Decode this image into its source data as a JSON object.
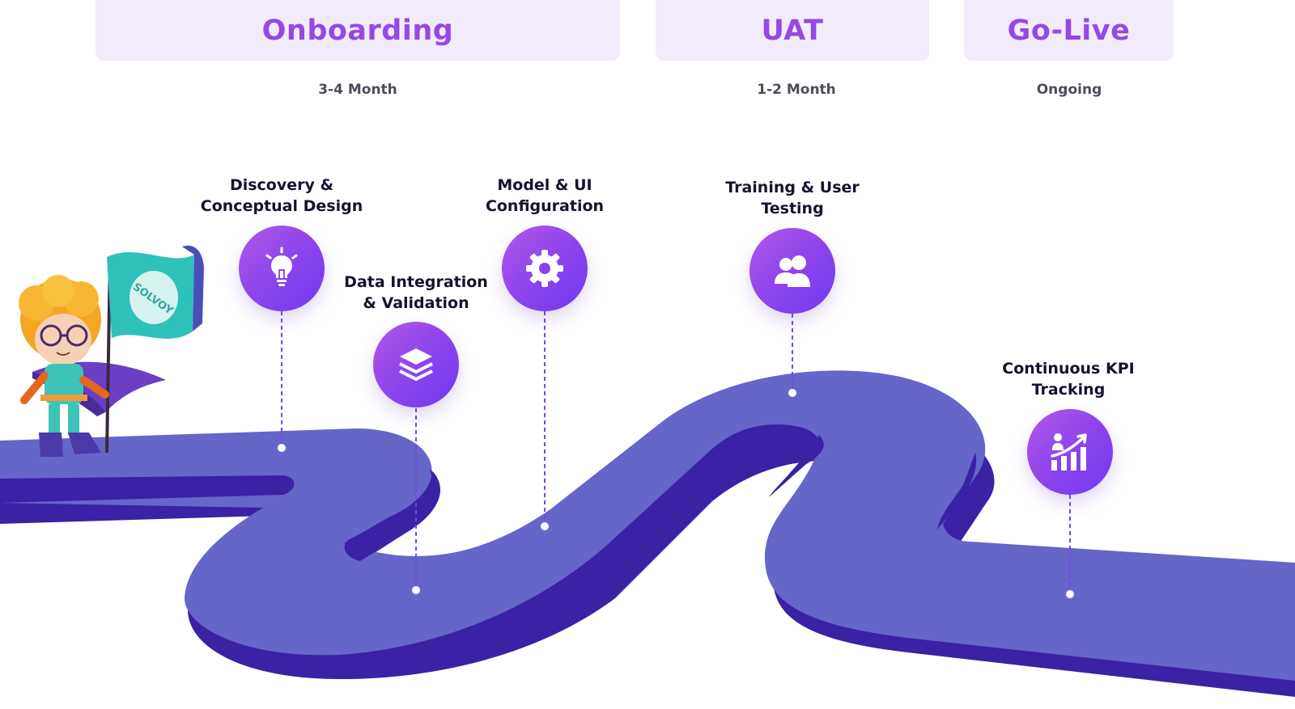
{
  "phases": [
    {
      "name": "Onboarding",
      "duration": "3-4 Month"
    },
    {
      "name": "UAT",
      "duration": "1-2 Month"
    },
    {
      "name": "Go-Live",
      "duration": "Ongoing"
    }
  ],
  "steps": [
    {
      "line1": "Discovery &",
      "line2": "Conceptual Design",
      "icon": "lightbulb-icon"
    },
    {
      "line1": "Data Integration",
      "line2": "& Validation",
      "icon": "layers-icon"
    },
    {
      "line1": "Model & UI",
      "line2": "Configuration",
      "icon": "gear-icon"
    },
    {
      "line1": "Training & User",
      "line2": "Testing",
      "icon": "users-icon"
    },
    {
      "line1": "Continuous KPI",
      "line2": "Tracking",
      "icon": "growth-chart-icon"
    }
  ],
  "mascot": {
    "flag_text": "SOLVOY"
  },
  "colors": {
    "road_top": "#6665c8",
    "road_side": "#3b21a3",
    "phase_bg": "#f2ebfc",
    "phase_text": "#9549e4",
    "icon_gradient": [
      "#b158e8",
      "#6f3af0"
    ],
    "connector": "#7a45e6"
  }
}
